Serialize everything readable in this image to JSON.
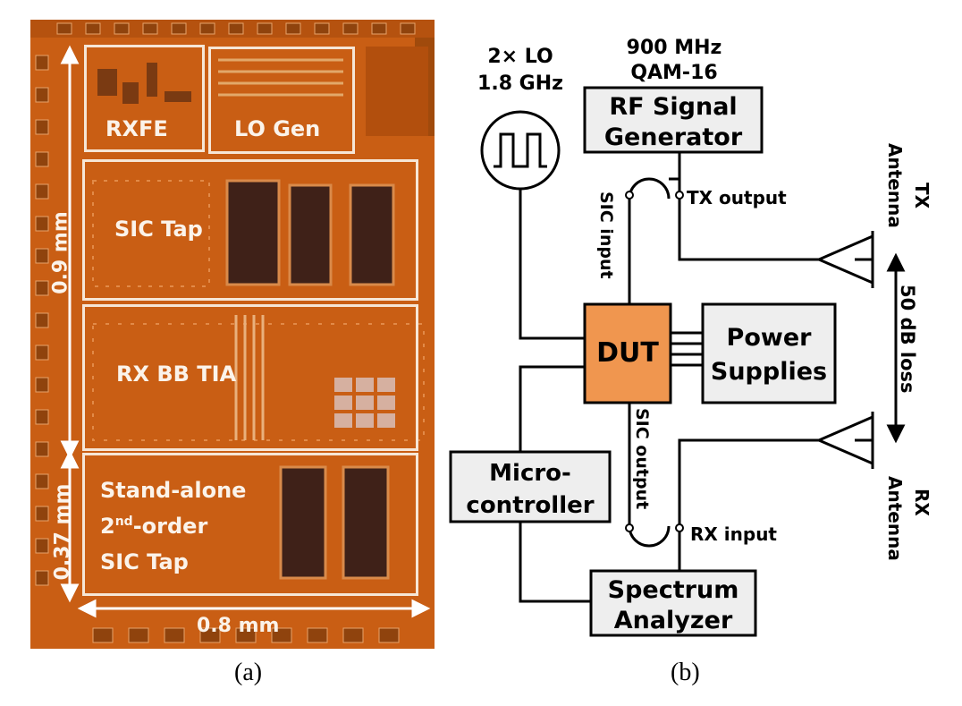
{
  "panel_a": {
    "blocks": {
      "rxfe": "RXFE",
      "lo_gen": "LO Gen",
      "sic_tap": "SIC Tap",
      "rx_bb_tia": "RX BB TIA",
      "standalone_line1": "Stand-alone",
      "standalone_line2_base": "2",
      "standalone_line2_sup": "nd",
      "standalone_line2_rest": "-order",
      "standalone_line3": "SIC Tap"
    },
    "dimensions": {
      "height_upper": "0.9 mm",
      "height_lower": "0.37 mm",
      "width": "0.8 mm"
    },
    "colors": {
      "die": "#c95e14",
      "outline": "#f6e6d6"
    },
    "caption": "(a)"
  },
  "panel_b": {
    "lo": {
      "line1": "2× LO",
      "line2": "1.8 GHz"
    },
    "signal_spec": {
      "line1": "900 MHz",
      "line2": "QAM-16"
    },
    "rf_gen": {
      "line1": "RF Signal",
      "line2": "Generator"
    },
    "dut": "DUT",
    "power": {
      "line1": "Power",
      "line2": "Supplies"
    },
    "micro": {
      "line1": "Micro-",
      "line2": "controller"
    },
    "spectrum": {
      "line1": "Spectrum",
      "line2": "Analyzer"
    },
    "tx_output": "TX output",
    "rx_input": "RX input",
    "sic_input": "SIC input",
    "sic_output": "SIC output",
    "tx_antenna": {
      "line1": "TX",
      "line2": "Antenna"
    },
    "rx_antenna": {
      "line1": "RX",
      "line2": "Antenna"
    },
    "loss": "50 dB loss",
    "colors": {
      "dut_fill": "#f0964f",
      "box_fill": "#eeeeee"
    },
    "caption": "(b)"
  }
}
